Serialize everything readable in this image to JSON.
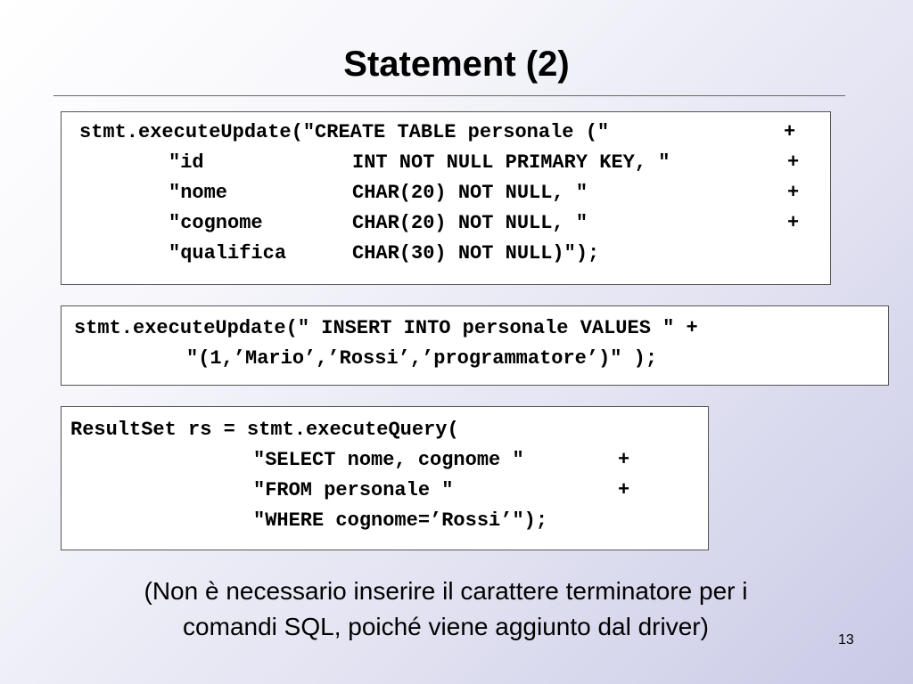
{
  "slide": {
    "title": "Statement (2)",
    "page_number": "13"
  },
  "create_block": {
    "lines": [
      [
        "stmt.executeUpdate(″CREATE TABLE personale (″",
        "+"
      ],
      [
        "″id",
        "INT NOT NULL PRIMARY KEY, ″",
        "+"
      ],
      [
        "″nome",
        "CHAR(20) NOT NULL, ″",
        "+"
      ],
      [
        "″cognome",
        "CHAR(20) NOT NULL, ″",
        "+"
      ],
      [
        "″qualifica",
        "CHAR(30) NOT NULL)″);"
      ]
    ]
  },
  "insert_block": {
    "lines": [
      [
        "stmt.executeUpdate(″ INSERT INTO personale VALUES ″ +"
      ],
      [
        "″(1,’Mario’,’Rossi’,’programmatore’)″ );"
      ]
    ]
  },
  "select_block": {
    "lines": [
      [
        "ResultSet rs = stmt.executeQuery("
      ],
      [
        "″SELECT nome, cognome ″",
        "+"
      ],
      [
        "″FROM personale ″",
        "+"
      ],
      [
        "″WHERE cognome=’Rossi’″);"
      ]
    ]
  },
  "note": {
    "line1": "(Non è necessario inserire il carattere terminatore per i",
    "line2": "comandi SQL, poiché viene aggiunto dal driver)"
  }
}
